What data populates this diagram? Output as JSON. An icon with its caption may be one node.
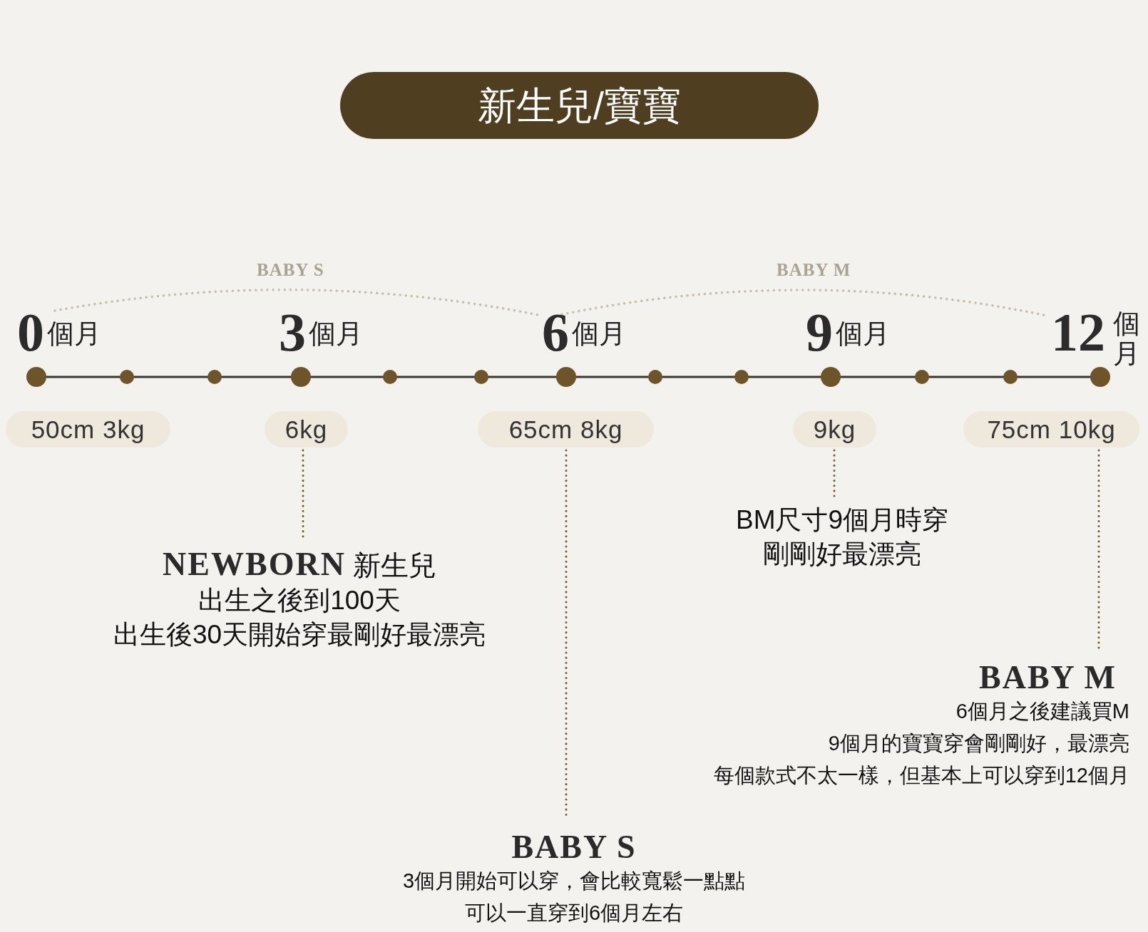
{
  "diagram": {
    "title": "新生兒/寶寶",
    "nodes": [
      {
        "text": [
          "50cm 3kg"
        ]
      },
      {
        "text": [
          "6kg"
        ]
      },
      {
        "text": [
          "65cm 8kg"
        ]
      },
      {
        "text": [
          "9kg"
        ]
      },
      {
        "text": [
          "75cm 10kg"
        ]
      },
      {
        "text": [
          "BM尺寸9個月時穿",
          "剛剛好最漂亮"
        ]
      },
      {
        "text": [
          "NEWBORN",
          "新生兒",
          "出生之後到100天",
          "出生後30天開始穿最剛好最漂亮"
        ]
      },
      {
        "text": [
          "BABY M",
          "6個月之後建議買M",
          "9個月的寶寶穿會剛剛好，最漂亮",
          "每個款式不太一樣，但基本上可以穿到12個月"
        ]
      },
      {
        "text": [
          "BABY S",
          "3個月開始可以穿，會比較寬鬆一點點",
          "可以一直穿到6個月左右"
        ]
      }
    ],
    "edges": [
      {
        "from": 1,
        "to": 6,
        "arrow": "none",
        "style": "dashed"
      },
      {
        "from": 2,
        "to": 8,
        "arrow": "none",
        "style": "dashed"
      },
      {
        "from": 3,
        "to": 5,
        "arrow": "none",
        "style": "dashed"
      },
      {
        "from": 4,
        "to": 7,
        "arrow": "none",
        "style": "dashed"
      }
    ],
    "labels": [
      "BABY S",
      "BABY M",
      "0",
      "個月",
      "3",
      "個月",
      "6",
      "個月",
      "9",
      "個月",
      "12",
      "個月"
    ]
  }
}
